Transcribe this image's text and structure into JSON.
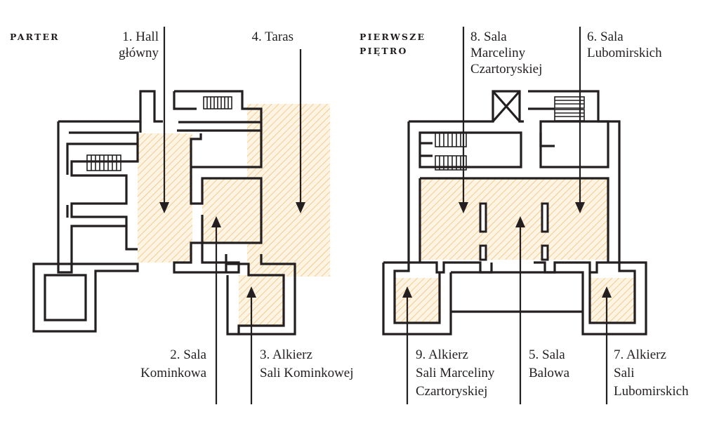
{
  "floors": {
    "ground": {
      "title_line1": "PARTER",
      "rooms": {
        "hall": {
          "line1": "1. Hall",
          "line2": "główny"
        },
        "terrace": {
          "line1": "4. Taras"
        },
        "fireplace": {
          "line1": "2. Sala",
          "line2": "Kominkowa"
        },
        "alcove_fireplace": {
          "line1": "3. Alkierz",
          "line2": "Sali Kominkowej"
        }
      }
    },
    "first": {
      "title_line1": "PIERWSZE",
      "title_line2": "PIĘTRO",
      "rooms": {
        "marcelina": {
          "line1": "8. Sala",
          "line2": "Marceliny",
          "line3": "Czartoryskiej"
        },
        "lubomirski": {
          "line1": "6. Sala",
          "line2": "Lubomirskich"
        },
        "alcove_marcelina": {
          "line1": "9. Alkierz",
          "line2": "Sali Marceliny",
          "line3": "Czartoryskiej"
        },
        "ballroom": {
          "line1": "5. Sala",
          "line2": "Balowa"
        },
        "alcove_lubomirski": {
          "line1": "7. Alkierz",
          "line2": "Sali",
          "line3": "Lubomirskich"
        }
      }
    }
  },
  "colors": {
    "ink": "#231f20",
    "highlight_hatch": "#f1c27d",
    "highlight_fill": "#fdf4e3",
    "background": "#ffffff"
  }
}
